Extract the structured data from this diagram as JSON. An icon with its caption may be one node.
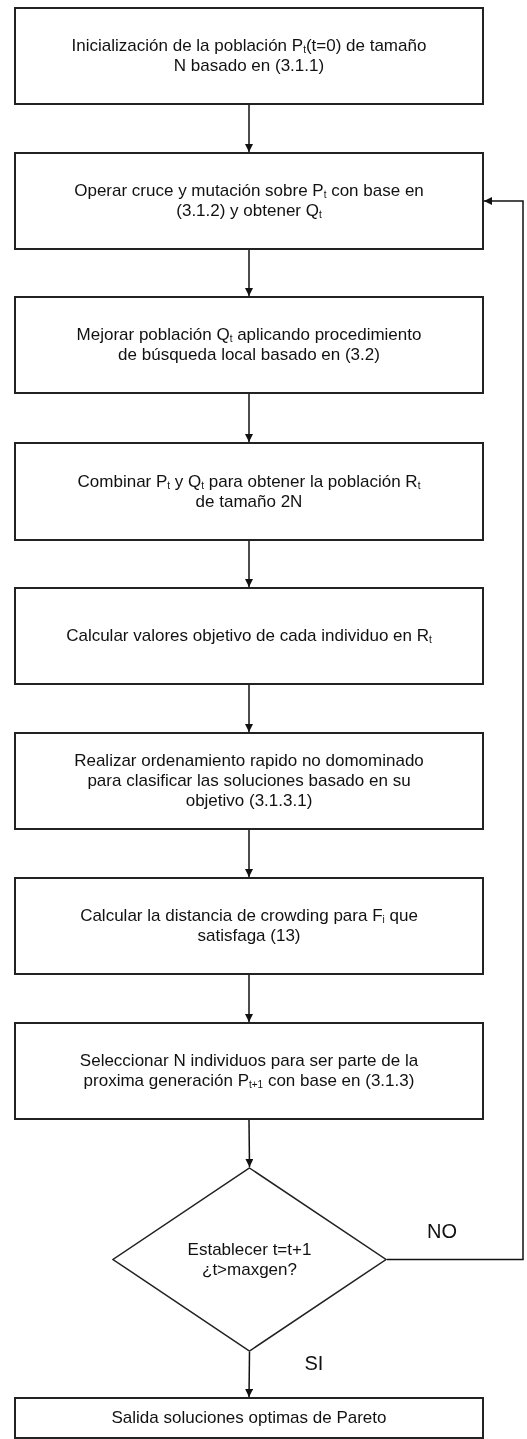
{
  "diagram": {
    "nodes": [
      {
        "text": [
          "Inicialización de la población P$_{t}$(t=0) de tamaño N basado en (3.1.1)"
        ]
      },
      {
        "text": [
          "Operar cruce y mutación sobre P$_{t}$ con base en (3.1.2) y obtener Q$_{t}$"
        ]
      },
      {
        "text": [
          "Mejorar población Q$_{t}$ aplicando procedimiento de búsqueda local basado en (3.2)"
        ]
      },
      {
        "text": [
          "Combinar P$_{t}$ y Q$_{t}$ para obtener la población R$_{t}$ de tamaño 2N"
        ]
      },
      {
        "text": [
          "Calcular valores objetivo de cada individuo en R$_{t}$"
        ]
      },
      {
        "text": [
          "Realizar ordenamiento rapido no domominado para clasificar las soluciones basado en su objetivo (3.1.3.1)"
        ]
      },
      {
        "text": [
          "Calcular la distancia de crowding para F$_{i}$ que satisfaga (13)"
        ]
      },
      {
        "text": [
          "Seleccionar N individuos para ser parte de la proxima generación P$_{t+1}$ con base en (3.1.3)"
        ]
      },
      {
        "text": [
          "Establecer t=t+1 ¿t>maxgen?"
        ]
      },
      {
        "text": [
          "Salida soluciones optimas de Pareto"
        ]
      }
    ],
    "edges": [
      {
        "from": 0,
        "to": 1,
        "arrow": "to"
      },
      {
        "from": 1,
        "to": 2,
        "arrow": "to"
      },
      {
        "from": 2,
        "to": 3,
        "arrow": "to"
      },
      {
        "from": 3,
        "to": 4,
        "arrow": "to"
      },
      {
        "from": 4,
        "to": 5,
        "arrow": "to"
      },
      {
        "from": 5,
        "to": 6,
        "arrow": "to"
      },
      {
        "from": 6,
        "to": 7,
        "arrow": "to"
      },
      {
        "from": 7,
        "to": 8,
        "arrow": "to"
      },
      {
        "from": 8,
        "to": 9,
        "arrow": "to",
        "label": "SI"
      },
      {
        "from": 8,
        "to": 1,
        "arrow": "to",
        "label": "NO"
      }
    ]
  }
}
